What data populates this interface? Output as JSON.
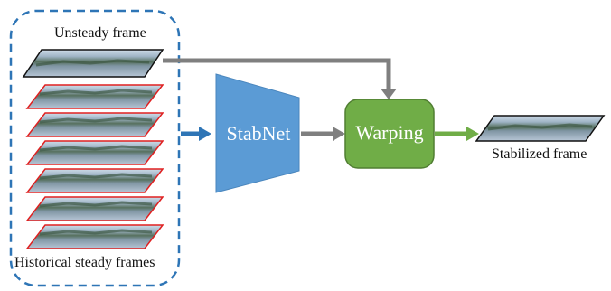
{
  "labels": {
    "unsteady": "Unsteady frame",
    "historical": "Historical steady frames",
    "stabnet": "StabNet",
    "warping": "Warping",
    "stabilized": "Stabilized frame"
  },
  "colors": {
    "dashed_border": "#2e75b6",
    "stabnet_fill": "#5b9bd5",
    "warping_fill": "#70ad47",
    "warping_border": "#507e32",
    "gray_arrow": "#7f7f7f",
    "blue_arrow": "#2e75b6",
    "green_arrow": "#70ad47",
    "history_frame_border": "#e02020",
    "frame_border": "#111111"
  },
  "history_frame_count": 6
}
